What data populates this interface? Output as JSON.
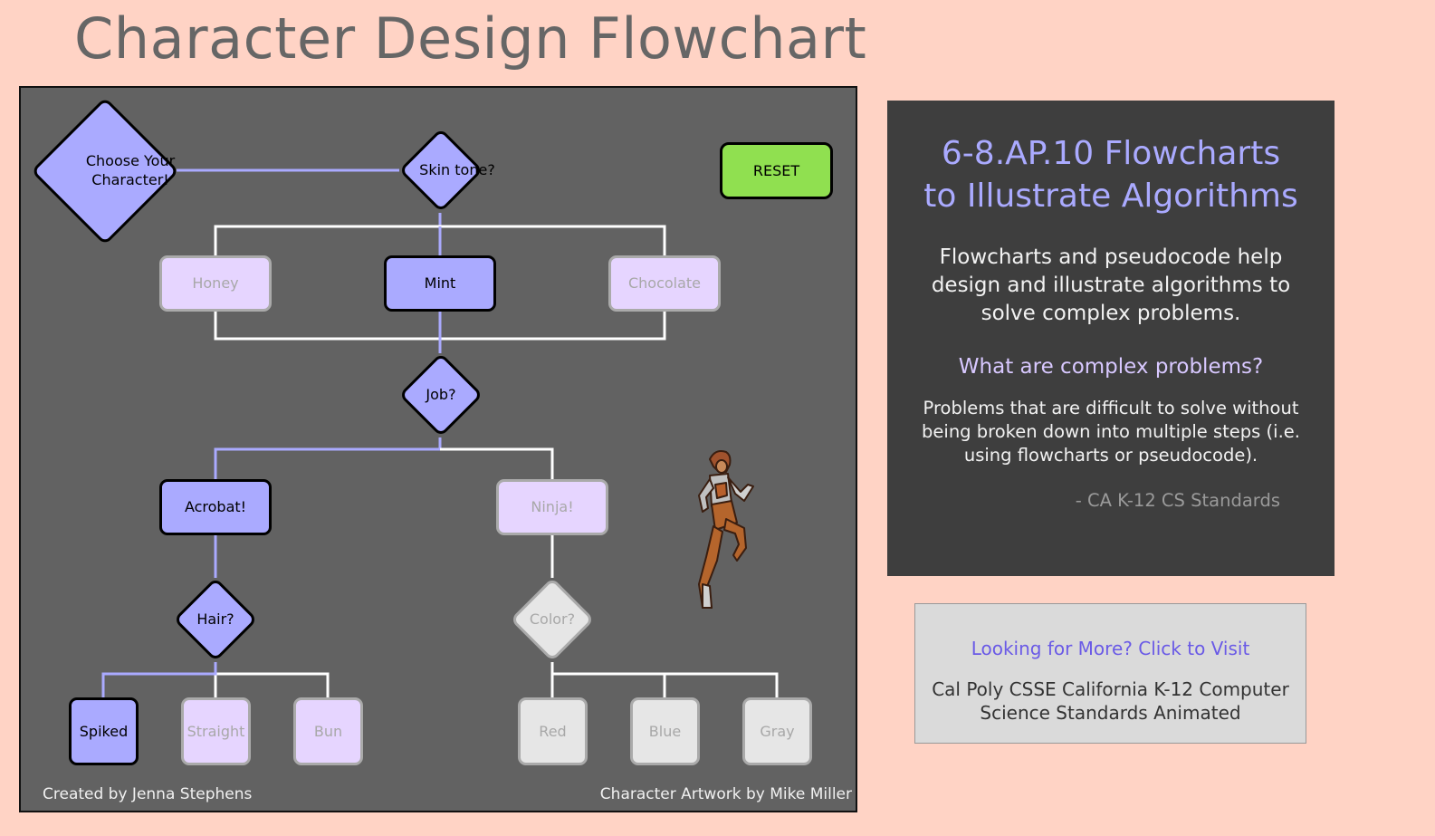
{
  "page": {
    "title": "Character Design Flowchart"
  },
  "flowchart": {
    "start": "Choose Your Character!",
    "reset_label": "RESET",
    "skin": {
      "question": "Skin tone?",
      "options": [
        "Honey",
        "Mint",
        "Chocolate"
      ],
      "selected": "Mint"
    },
    "job": {
      "question": "Job?",
      "options": [
        "Acrobat!",
        "Ninja!"
      ],
      "selected": "Acrobat!"
    },
    "hair": {
      "question": "Hair?",
      "options": [
        "Spiked",
        "Straight",
        "Bun"
      ],
      "selected": "Spiked"
    },
    "color": {
      "question": "Color?",
      "options": [
        "Red",
        "Blue",
        "Gray"
      ],
      "selected": ""
    },
    "credit_left": "Created by Jenna Stephens",
    "credit_right": "Character Artwork by Mike Miller"
  },
  "info": {
    "title_line1": "6-8.AP.10 Flowcharts",
    "title_line2": "to Illustrate Algorithms",
    "body": "Flowcharts and pseudocode help design and illustrate algorithms to solve complex problems.",
    "question": "What are complex problems?",
    "definition": "Problems that are difficult to solve without being broken down into multiple steps (i.e. using flowcharts or pseudocode).",
    "citation": "- CA K-12 CS Standards"
  },
  "more": {
    "link": "Looking for More? Click to Visit",
    "text": "Cal Poly CSSE California K-12 Computer Science Standards Animated"
  },
  "colors": {
    "background": "#ffd3c5",
    "board": "#626262",
    "active": "#aaaaff",
    "option": "#e6d5ff",
    "disabled": "#e6e6e6",
    "reset": "#90e050",
    "info_panel": "#3e3e3e"
  },
  "icons": {
    "character": "acrobat-character-sprite"
  }
}
